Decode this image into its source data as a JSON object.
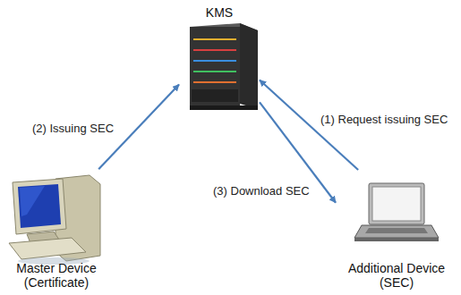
{
  "diagram": {
    "nodes": [
      {
        "text": [
          "KMS"
        ]
      },
      {
        "text": [
          "Master Device (Certificate)"
        ]
      },
      {
        "text": [
          "Additional Device (SEC)"
        ]
      }
    ],
    "edges": [
      {
        "from": 2,
        "to": 0,
        "arrow": "to",
        "label": "(1) Request issuing SEC"
      },
      {
        "from": 1,
        "to": 0,
        "arrow": "to",
        "label": "(2) Issuing SEC"
      },
      {
        "from": 0,
        "to": 2,
        "arrow": "to",
        "label": "(3) Download SEC"
      }
    ]
  }
}
